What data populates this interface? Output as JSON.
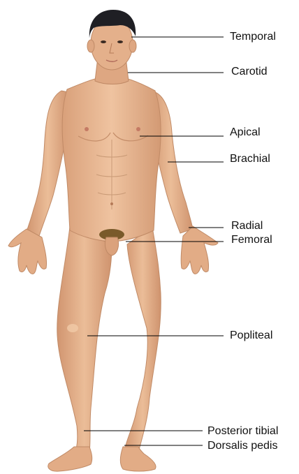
{
  "colors": {
    "skin": "#e6b38f",
    "skin_shade": "#c98f6b",
    "skin_dark": "#b57a57",
    "hair": "#1f1f24",
    "pubic_hair": "#7a5a2a",
    "leader_line": "#000000",
    "label_text": "#111111"
  },
  "figure": {
    "subject": "male-anterior-body-figure"
  },
  "labels": {
    "temporal": "Temporal",
    "carotid": "Carotid",
    "apical": "Apical",
    "brachial": "Brachial",
    "radial": "Radial",
    "femoral": "Femoral",
    "popliteal": "Popliteal",
    "posterior_tibial": "Posterior tibial",
    "dorsalis_pedis": "Dorsalis pedis"
  }
}
